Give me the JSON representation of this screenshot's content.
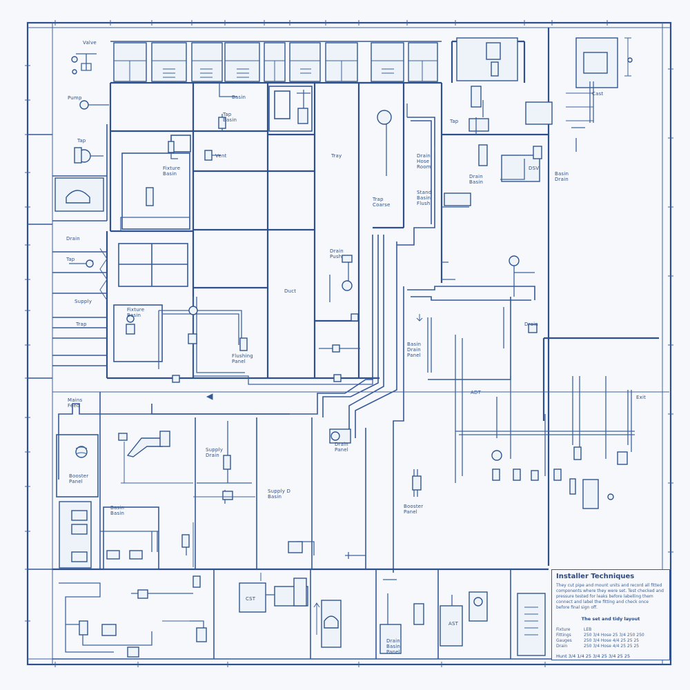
{
  "title_block": {
    "heading": "Installer Techniques",
    "body": "They cut pipe and mount units and record all fitted\ncomponents where they were set. Test checked and\npressure tested for leaks before labelling them\nconnect and label the fitting and check once\nbefore final sign off.",
    "subheading": "The set and tidy layout",
    "rows": [
      {
        "key": "Fixture",
        "value": "LEB"
      },
      {
        "key": "Fittings",
        "value": "250 3/4 Hose 25 3/4 250 250"
      },
      {
        "key": "Gauges",
        "value": "250 3/4 Hose 4/4 25 25 25"
      },
      {
        "key": "Drain",
        "value": "250 3/4 Hose 4/4 25 25 25"
      }
    ],
    "footer": "Hunt  3/4 1/4 25 3/4 25 3/4 25 25"
  },
  "labels": [
    {
      "id": "l1",
      "text": "Valve"
    },
    {
      "id": "l2",
      "text": "Pump"
    },
    {
      "id": "l3",
      "text": "Tap"
    },
    {
      "id": "l4",
      "text": "Fixture\nBasin"
    },
    {
      "id": "l5",
      "text": "Vent"
    },
    {
      "id": "l6",
      "text": "Basin"
    },
    {
      "id": "l7",
      "text": "Duct"
    },
    {
      "id": "l8",
      "text": "Drain"
    },
    {
      "id": "l9",
      "text": "Tap"
    },
    {
      "id": "l10",
      "text": "Supply"
    },
    {
      "id": "l11",
      "text": "Trap"
    },
    {
      "id": "l12",
      "text": "Fixture\nBasin"
    },
    {
      "id": "l13",
      "text": "Tap\nBasin"
    },
    {
      "id": "l14",
      "text": "Tray"
    },
    {
      "id": "l15",
      "text": "Drain\nPush"
    },
    {
      "id": "l16",
      "text": "Trap\nCoarse"
    },
    {
      "id": "l17",
      "text": "Drain\nHose\nRoom"
    },
    {
      "id": "l18",
      "text": "Stand\nBasin\nFlush"
    },
    {
      "id": "l19",
      "text": "Tap"
    },
    {
      "id": "l20",
      "text": "Drain\nBasin"
    },
    {
      "id": "l21",
      "text": "DSV"
    },
    {
      "id": "l22",
      "text": "Basin\nDrain"
    },
    {
      "id": "l23",
      "text": "Flushing\nPanel"
    },
    {
      "id": "l24",
      "text": "Booster\nPanel"
    },
    {
      "id": "l25",
      "text": "Basin\nBasin"
    },
    {
      "id": "l26",
      "text": "Supply\nDrain"
    },
    {
      "id": "l27",
      "text": "Drain\nPanel"
    },
    {
      "id": "l28",
      "text": "Mains\nFeed"
    },
    {
      "id": "l29",
      "text": "Supply D\nBasin"
    },
    {
      "id": "l30",
      "text": "ADT"
    },
    {
      "id": "l31",
      "text": "CST"
    },
    {
      "id": "l32",
      "text": "AST"
    },
    {
      "id": "l33",
      "text": "Drain\nBasin\nPanel"
    },
    {
      "id": "l34",
      "text": "Basin\nDrain\nPanel"
    },
    {
      "id": "l35",
      "text": "Booster\nPanel"
    },
    {
      "id": "l36",
      "text": "Drain"
    },
    {
      "id": "l37",
      "text": "Exit"
    },
    {
      "id": "l38",
      "text": "Cast"
    }
  ],
  "colors": {
    "ink": "#2d4f8c",
    "paper": "#f6f8fc",
    "fill": "#eef3fa"
  }
}
